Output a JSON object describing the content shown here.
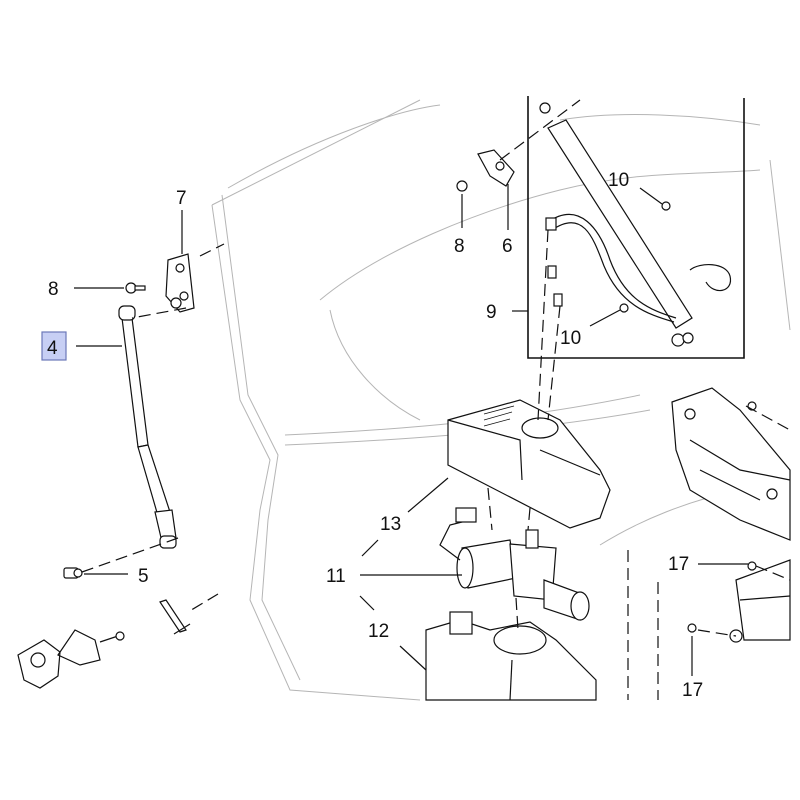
{
  "callouts": [
    {
      "id": "4",
      "label": "4",
      "highlighted": true
    },
    {
      "id": "5",
      "label": "5"
    },
    {
      "id": "6",
      "label": "6"
    },
    {
      "id": "7",
      "label": "7"
    },
    {
      "id": "8a",
      "label": "8"
    },
    {
      "id": "8b",
      "label": "8"
    },
    {
      "id": "9",
      "label": "9"
    },
    {
      "id": "10a",
      "label": "10"
    },
    {
      "id": "10b",
      "label": "10"
    },
    {
      "id": "11",
      "label": "11"
    },
    {
      "id": "12",
      "label": "12"
    },
    {
      "id": "13",
      "label": "13"
    },
    {
      "id": "17a",
      "label": "17"
    },
    {
      "id": "17b",
      "label": "17"
    }
  ],
  "colors": {
    "line": "#111111",
    "ghost": "#b5b5b5",
    "highlight_fill": "#c7cff4",
    "highlight_stroke": "#6c78b8"
  }
}
